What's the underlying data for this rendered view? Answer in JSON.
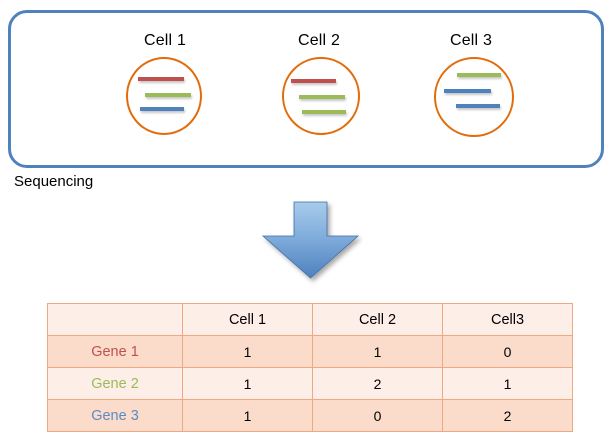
{
  "diagram": {
    "top_panel": {
      "name": "cells-panel",
      "border_color": "#4F81BD",
      "cells": [
        {
          "label": "Cell 1",
          "circle_color": "#E36C0A",
          "genes": [
            {
              "gene": "Gene 1",
              "color": "#C0504D"
            },
            {
              "gene": "Gene 2",
              "color": "#9BBB59"
            },
            {
              "gene": "Gene 3",
              "color": "#4F81BD"
            }
          ]
        },
        {
          "label": "Cell 2",
          "circle_color": "#E36C0A",
          "genes": [
            {
              "gene": "Gene 1",
              "color": "#C0504D"
            },
            {
              "gene": "Gene 2",
              "color": "#9BBB59"
            },
            {
              "gene": "Gene 2",
              "color": "#9BBB59"
            }
          ]
        },
        {
          "label": "Cell 3",
          "circle_color": "#E36C0A",
          "genes": [
            {
              "gene": "Gene 2",
              "color": "#9BBB59"
            },
            {
              "gene": "Gene 3",
              "color": "#4F81BD"
            },
            {
              "gene": "Gene 3",
              "color": "#4F81BD"
            }
          ]
        }
      ]
    },
    "process_label": "Sequencing",
    "arrow": {
      "name": "down-arrow-icon",
      "direction": "down",
      "fill_top": "#9CC3E5",
      "fill_bottom": "#4F81BD"
    }
  },
  "chart_data": {
    "type": "table",
    "title": "",
    "corner_header": "",
    "categories": [
      "Cell 1",
      "Cell 2",
      "Cell3"
    ],
    "row_labels": [
      "Gene 1",
      "Gene 2",
      "Gene 3"
    ],
    "row_label_colors": [
      "#C0504D",
      "#9BBB59",
      "#5B8BC4"
    ],
    "series": [
      {
        "name": "Gene 1",
        "values": [
          1,
          1,
          0
        ]
      },
      {
        "name": "Gene 2",
        "values": [
          1,
          2,
          1
        ]
      },
      {
        "name": "Gene 3",
        "values": [
          1,
          0,
          2
        ]
      }
    ],
    "rows": [
      {
        "label": "Gene 1",
        "cells": [
          "1",
          "1",
          "0"
        ]
      },
      {
        "label": "Gene 2",
        "cells": [
          "1",
          "2",
          "1"
        ]
      },
      {
        "label": "Gene 3",
        "cells": [
          "1",
          "0",
          "2"
        ]
      }
    ],
    "grid": true,
    "header_bg": "#FDEEE8",
    "row_bg_odd": "#FBDCCB",
    "row_bg_even": "#FDEEE8",
    "border_color": "#F0A881"
  }
}
